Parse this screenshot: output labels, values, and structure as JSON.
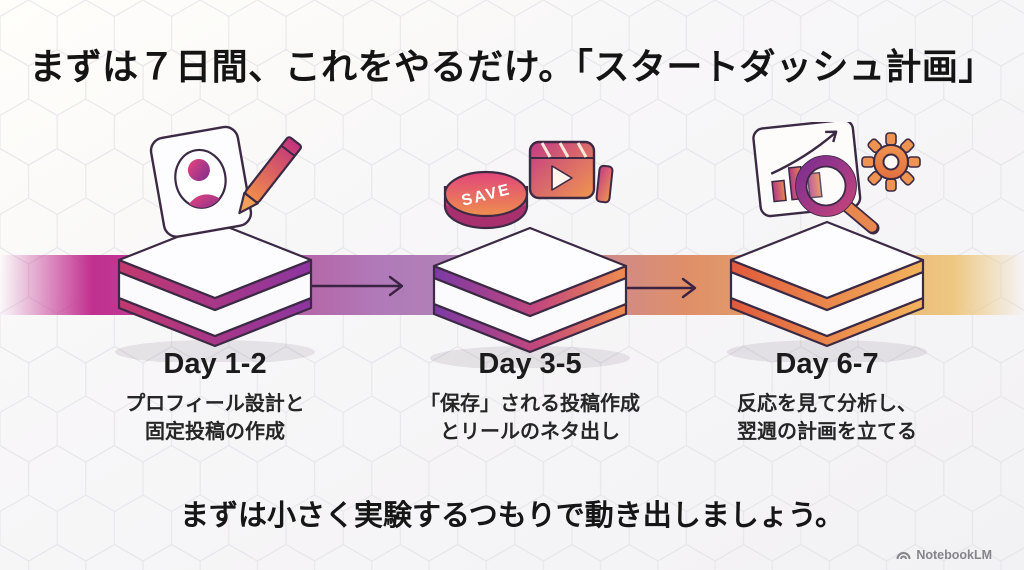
{
  "slide": {
    "title": "まずは７日間、これをやるだけ。「スタートダッシュ計画」",
    "footer": "まずは小さく実験するつもりで動き出しましょう。",
    "watermark_label": "NotebookLM"
  },
  "steps": [
    {
      "heading": "Day 1-2",
      "desc_line1": "プロフィール設計と",
      "desc_line2": "固定投稿の作成",
      "icon": "profile-card-and-pencil",
      "accent": "#b5338f"
    },
    {
      "heading": "Day 3-5",
      "desc_line1": "「保存」される投稿作成",
      "desc_line2": "とリールのネタ出し",
      "icon": "save-button-and-reel",
      "accent": "#a055a8",
      "save_label": "SAVE"
    },
    {
      "heading": "Day 6-7",
      "desc_line1": "反応を見て分析し、",
      "desc_line2": "翌週の計画を立てる",
      "icon": "chart-magnifier-and-gear",
      "accent": "#e2703f"
    }
  ],
  "colors": {
    "ribbon_left_magenta": "#c1308f",
    "ribbon_mid_purple": "#b07ab8",
    "ribbon_right_orange": "#e7a76e",
    "ribbon_right_gold": "#edc781",
    "outline_dark": "#3c2a45",
    "background": "#f5f4f6"
  }
}
